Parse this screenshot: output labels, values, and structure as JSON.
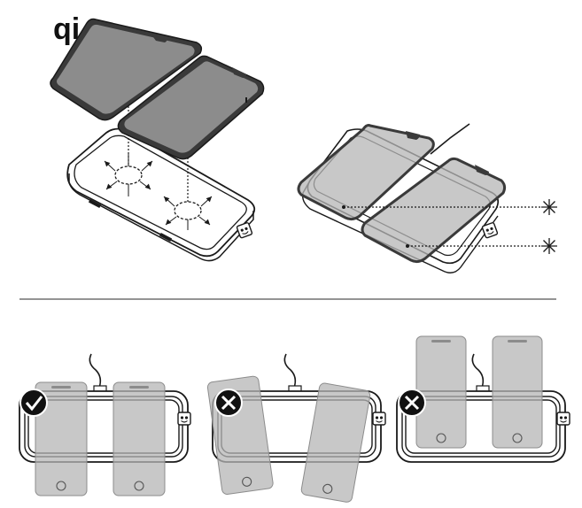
{
  "logo": {
    "text": "qi",
    "icon": "qi-logo-icon"
  },
  "colors": {
    "line": "#1a1a1a",
    "phone_dark": "#3a3a3a",
    "phone_screen": "#8c8c8c",
    "phone_translucent": "#b5b5b5",
    "correct": "#111111",
    "incorrect": "#111111",
    "divider": "#555555"
  },
  "top": {
    "exploded_view": {
      "icons": [
        "charging-coil-icon",
        "arrow-icon",
        "phone-icon",
        "charger-pad-icon",
        "usb-cable-icon"
      ]
    },
    "assembled_view": {
      "icons": [
        "led-indicator-icon",
        "led-indicator-icon"
      ]
    }
  },
  "placement_examples": [
    {
      "status": "correct",
      "icon": "check-circle-icon",
      "phones": "both-centered"
    },
    {
      "status": "incorrect",
      "icon": "x-circle-icon",
      "phones": "tilted"
    },
    {
      "status": "incorrect",
      "icon": "x-circle-icon",
      "phones": "too-high"
    }
  ]
}
